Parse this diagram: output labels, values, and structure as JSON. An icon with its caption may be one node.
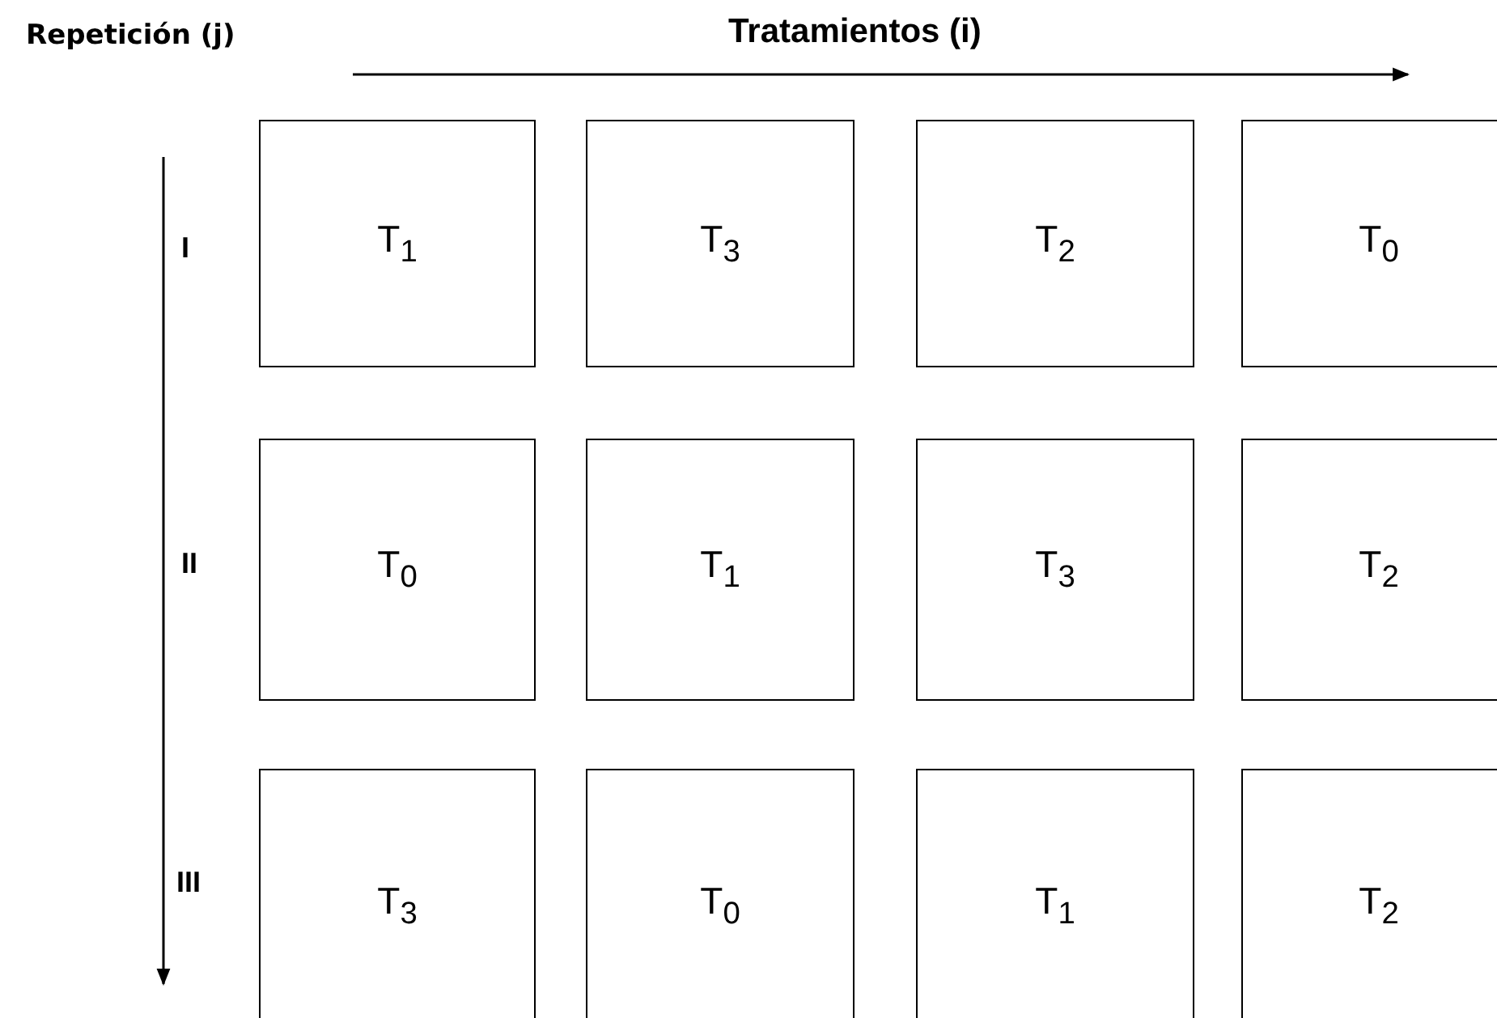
{
  "diagram": {
    "nodes": [
      {
        "text": [
          "T$_{1}$"
        ]
      },
      {
        "text": [
          "T$_{3}$"
        ]
      },
      {
        "text": [
          "T$_{2}$"
        ]
      },
      {
        "text": [
          "T$_{0}$"
        ]
      },
      {
        "text": [
          "T$_{0}$"
        ]
      },
      {
        "text": [
          "T$_{1}$"
        ]
      },
      {
        "text": [
          "T$_{3}$"
        ]
      },
      {
        "text": [
          "T$_{2}$"
        ]
      },
      {
        "text": [
          "T$_{3}$"
        ]
      },
      {
        "text": [
          "T$_{0}$"
        ]
      },
      {
        "text": [
          "T$_{1}$"
        ]
      },
      {
        "text": [
          "T$_{2}$"
        ]
      }
    ],
    "labels": [
      "Repetición (j)",
      "Tratamientos (i)",
      "I",
      "II",
      "III"
    ]
  }
}
